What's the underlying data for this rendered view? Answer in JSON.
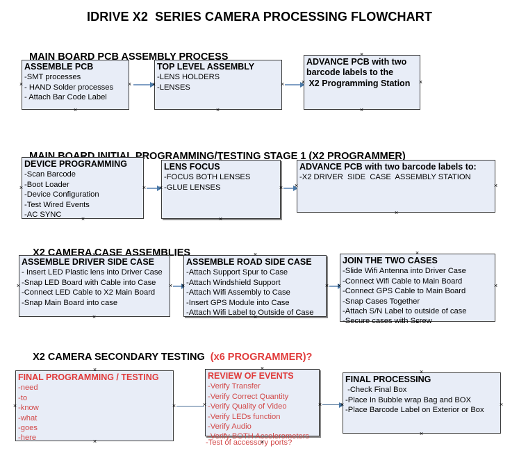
{
  "document": {
    "title": "IDRIVE X2  SERIES CAMERA PROCESSING FLOWCHART"
  },
  "colors": {
    "box_fill": "#e8edf7",
    "box_border": "#3b3b3b",
    "connector": "#7f9fc4",
    "arrow": "#4a79a8",
    "red_accent": "#e03a3a",
    "red_text": "#d24a4a",
    "background": "#ffffff"
  },
  "sections": [
    {
      "id": "main-board-pcb-assembly",
      "header": "MAIN BOARD PCB ASSEMBLY PROCESS",
      "header_accent": "",
      "boxes": [
        {
          "id": "assemble-pcb",
          "title": "ASSEMBLE PCB",
          "lines": [
            "-SMT processes",
            "- HAND Solder processes",
            "- Attach Bar Code Label"
          ],
          "red": false
        },
        {
          "id": "top-level-assembly",
          "title": "TOP LEVEL ASSEMBLY",
          "lines": [
            "-LENS HOLDERS",
            "-LENSES"
          ],
          "red": false
        },
        {
          "id": "advance-pcb-to-programming-station",
          "title": "ADVANCE PCB with two\nbarcode labels to the\n X2 Programming Station",
          "lines": [],
          "red": false
        }
      ]
    },
    {
      "id": "main-board-initial-programming",
      "header": "MAIN BOARD INITIAL PROGRAMMING/TESTING STAGE 1 (X2 PROGRAMMER)",
      "header_accent": "",
      "boxes": [
        {
          "id": "device-programming",
          "title": "DEVICE PROGRAMMING",
          "lines": [
            "-Scan Barcode",
            "-Boot Loader",
            "-Device Configuration",
            "-Test Wired Events",
            "-AC SYNC"
          ],
          "red": false
        },
        {
          "id": "lens-focus",
          "title": "LENS FOCUS",
          "lines": [
            "-FOCUS BOTH LENSES",
            "-GLUE LENSES"
          ],
          "red": false
        },
        {
          "id": "advance-pcb-to-driver-side-case",
          "title": "ADVANCE PCB with two barcode labels to:",
          "lines": [
            "-X2 DRIVER  SIDE  CASE  ASSEMBLY STATION"
          ],
          "red": false
        }
      ]
    },
    {
      "id": "x2-camera-case-assemblies",
      "header": "X2 CAMERA CASE ASSEMBLIES",
      "header_accent": "",
      "boxes": [
        {
          "id": "assemble-driver-side-case",
          "title": "ASSEMBLE DRIVER SIDE CASE",
          "lines": [
            "- Insert LED Plastic lens into Driver Case",
            "-Snap LED Board with Cable into Case",
            "-Connect LED Cable to X2 Main Board",
            "-Snap Main Board into case"
          ],
          "red": false
        },
        {
          "id": "assemble-road-side-case",
          "title": "ASSEMBLE ROAD SIDE CASE",
          "lines": [
            "-Attach Support Spur to Case",
            "-Attach Windshield Support",
            "-Attach Wifi Assembly to Case",
            "-Insert GPS Module into Case",
            "-Attach Wifi Label to Outside of Case"
          ],
          "red": false
        },
        {
          "id": "join-the-two-cases",
          "title": "JOIN THE TWO CASES",
          "lines": [
            "-Slide Wifi Antenna into Driver Case",
            "-Connect Wifi Cable to Main Board",
            "-Connect GPS Cable to Main Board",
            "-Snap Cases Together",
            "-Attach S/N Label to outside of case",
            "-Secure cases with Screw"
          ],
          "red": false
        }
      ]
    },
    {
      "id": "x2-camera-secondary-testing",
      "header": "X2 CAMERA SECONDARY TESTING  ",
      "header_accent": "(x6 PROGRAMMER)?",
      "boxes": [
        {
          "id": "final-programming-testing",
          "title": "FINAL PROGRAMMING / TESTING",
          "lines": [
            "-need",
            "-to",
            "-know",
            "-what",
            "-goes",
            "-here"
          ],
          "red": true
        },
        {
          "id": "review-of-events",
          "title": "REVIEW OF EVENTS",
          "lines": [
            "-Verify Transfer",
            "-Verify Correct Quantity",
            "-Verify Quality of Video",
            "-Verify LEDs function",
            "-Verify Audio",
            "-Verify BOTH Accelerometers"
          ],
          "spill_line": "-Test of accessory ports?",
          "red": true
        },
        {
          "id": "final-processing",
          "title": "FINAL PROCESSING",
          "lines": [
            " -Check Final Box",
            "-Place In Bubble wrap Bag and BOX",
            "-Place Barcode Label on Exterior or Box"
          ],
          "red": false
        }
      ]
    }
  ]
}
